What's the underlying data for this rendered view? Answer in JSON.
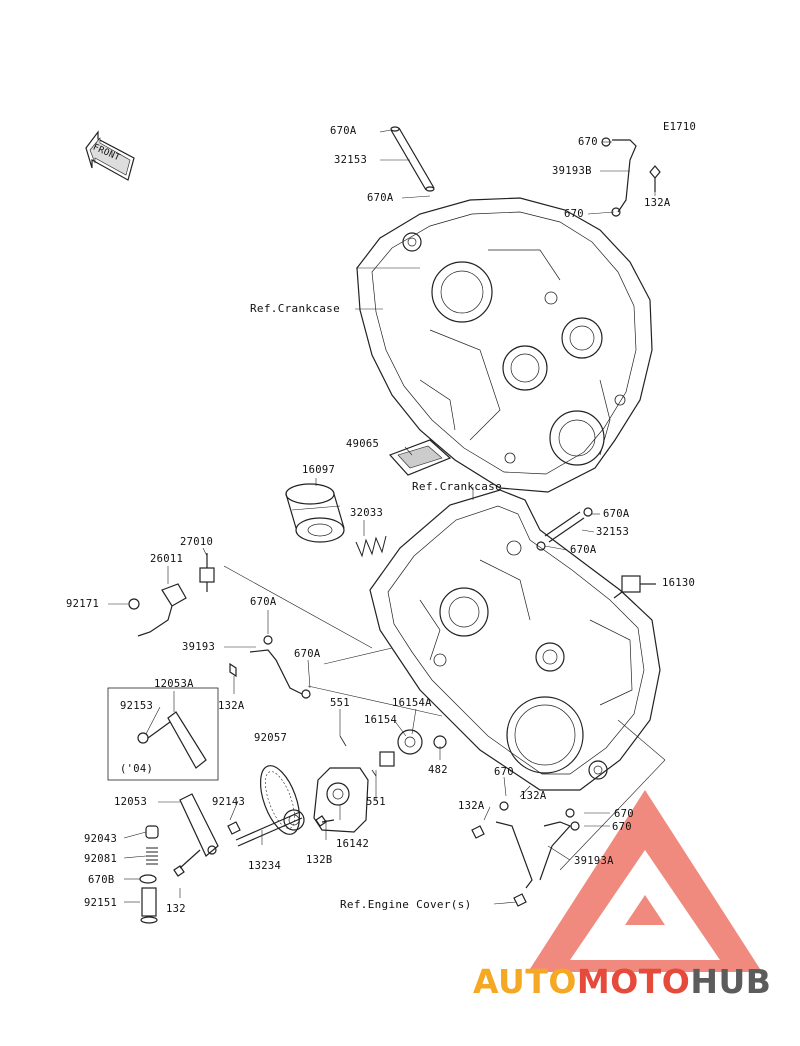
{
  "diagram_code": "E1710",
  "front_label": "FRONT",
  "references": {
    "crankcase_upper": "Ref.Crankcase",
    "crankcase_lower": "Ref.Crankcase",
    "engine_cover": "Ref.Engine Cover(s)"
  },
  "parts": {
    "p670A_top1": "670A",
    "p32153_top": "32153",
    "p670A_top2": "670A",
    "p670_tr1": "670",
    "p39193B": "39193B",
    "p670_tr2": "670",
    "p132A_tr": "132A",
    "p49065": "49065",
    "p16097": "16097",
    "p32033": "32033",
    "p670A_r1": "670A",
    "p32153_r": "32153",
    "p670A_r2": "670A",
    "p16130": "16130",
    "p27010": "27010",
    "p26011": "26011",
    "p92171": "92171",
    "p670A_m1": "670A",
    "p39193": "39193",
    "p670A_m2": "670A",
    "p132A_m": "132A",
    "p12053A": "12053A",
    "p92153": "92153",
    "p04": "('04)",
    "p551_a": "551",
    "p16154A": "16154A",
    "p16154": "16154",
    "p482": "482",
    "p92057": "92057",
    "p551_b": "551",
    "p16142": "16142",
    "p132B": "132B",
    "p12053": "12053",
    "p92143": "92143",
    "p92043": "92043",
    "p92081": "92081",
    "p670B": "670B",
    "p92151": "92151",
    "p132": "132",
    "p13234": "13234",
    "p670_b1": "670",
    "p132A_b1": "132A",
    "p132A_b2": "132A",
    "p670_b2": "670",
    "p670_b3": "670",
    "p39193A": "39193A"
  },
  "watermark": {
    "part1": "AUTO",
    "part2": "MOTO",
    "part3": "HUB",
    "colors": {
      "orange": "#f4a823",
      "red": "#e54a3a",
      "gray": "#5c5c5c"
    }
  }
}
